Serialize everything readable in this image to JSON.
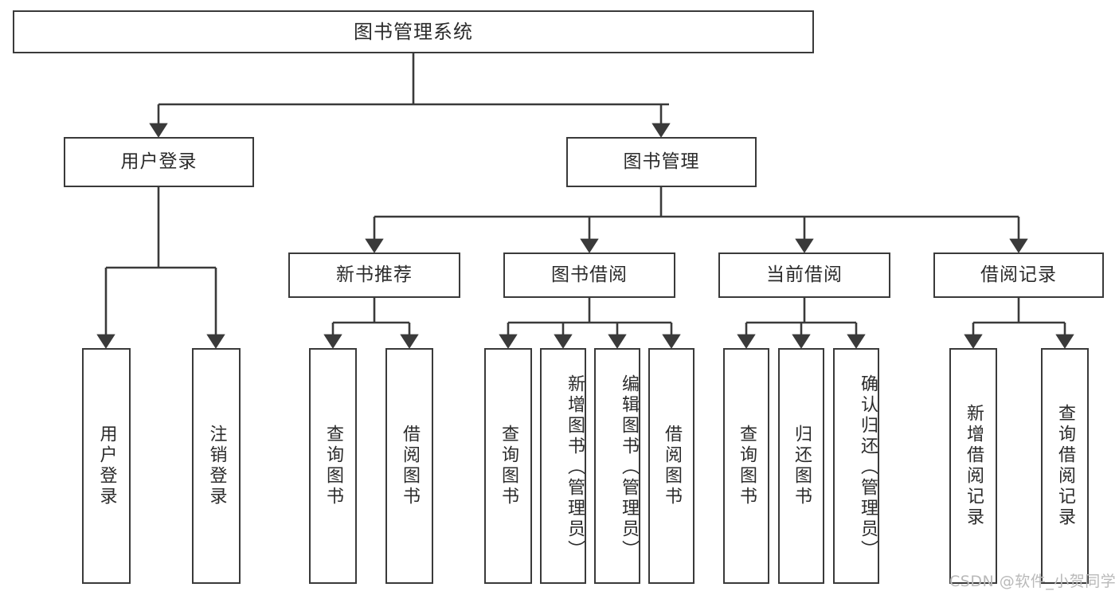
{
  "diagram": {
    "type": "tree-hierarchy",
    "title": "图书管理系统",
    "root": {
      "id": "root",
      "label": "图书管理系统"
    },
    "level2": [
      {
        "id": "user-login",
        "label": "用户登录"
      },
      {
        "id": "book-manage",
        "label": "图书管理"
      }
    ],
    "level3": [
      {
        "id": "new-book-recommend",
        "label": "新书推荐",
        "parent": "book-manage"
      },
      {
        "id": "book-borrow",
        "label": "图书借阅",
        "parent": "book-manage"
      },
      {
        "id": "current-borrow",
        "label": "当前借阅",
        "parent": "book-manage"
      },
      {
        "id": "borrow-record",
        "label": "借阅记录",
        "parent": "book-manage"
      }
    ],
    "leaves": {
      "user_login": [
        {
          "id": "leaf-user-login",
          "label": "用户登录"
        },
        {
          "id": "leaf-user-logout",
          "label": "注销登录"
        }
      ],
      "new_book_recommend": [
        {
          "id": "leaf-query-book-1",
          "label": "查询图书"
        },
        {
          "id": "leaf-borrow-book-1",
          "label": "借阅图书"
        }
      ],
      "book_borrow": [
        {
          "id": "leaf-query-book-2",
          "label": "查询图书"
        },
        {
          "id": "leaf-add-book",
          "label": "新增图书（管理员）"
        },
        {
          "id": "leaf-edit-book",
          "label": "编辑图书（管理员）"
        },
        {
          "id": "leaf-borrow-book-2",
          "label": "借阅图书"
        }
      ],
      "current_borrow": [
        {
          "id": "leaf-query-book-3",
          "label": "查询图书"
        },
        {
          "id": "leaf-return-book",
          "label": "归还图书"
        },
        {
          "id": "leaf-confirm-return",
          "label": "确认归还（管理员）"
        }
      ],
      "borrow_record": [
        {
          "id": "leaf-add-record",
          "label": "新增借阅记录"
        },
        {
          "id": "leaf-query-record",
          "label": "查询借阅记录"
        }
      ]
    }
  },
  "watermark": {
    "text": "CSDN @软件_小贺同学"
  },
  "colors": {
    "stroke": "#3a3a3a",
    "text": "#2b2b2b",
    "background": "#ffffff",
    "watermark": "#b9b9b9"
  }
}
